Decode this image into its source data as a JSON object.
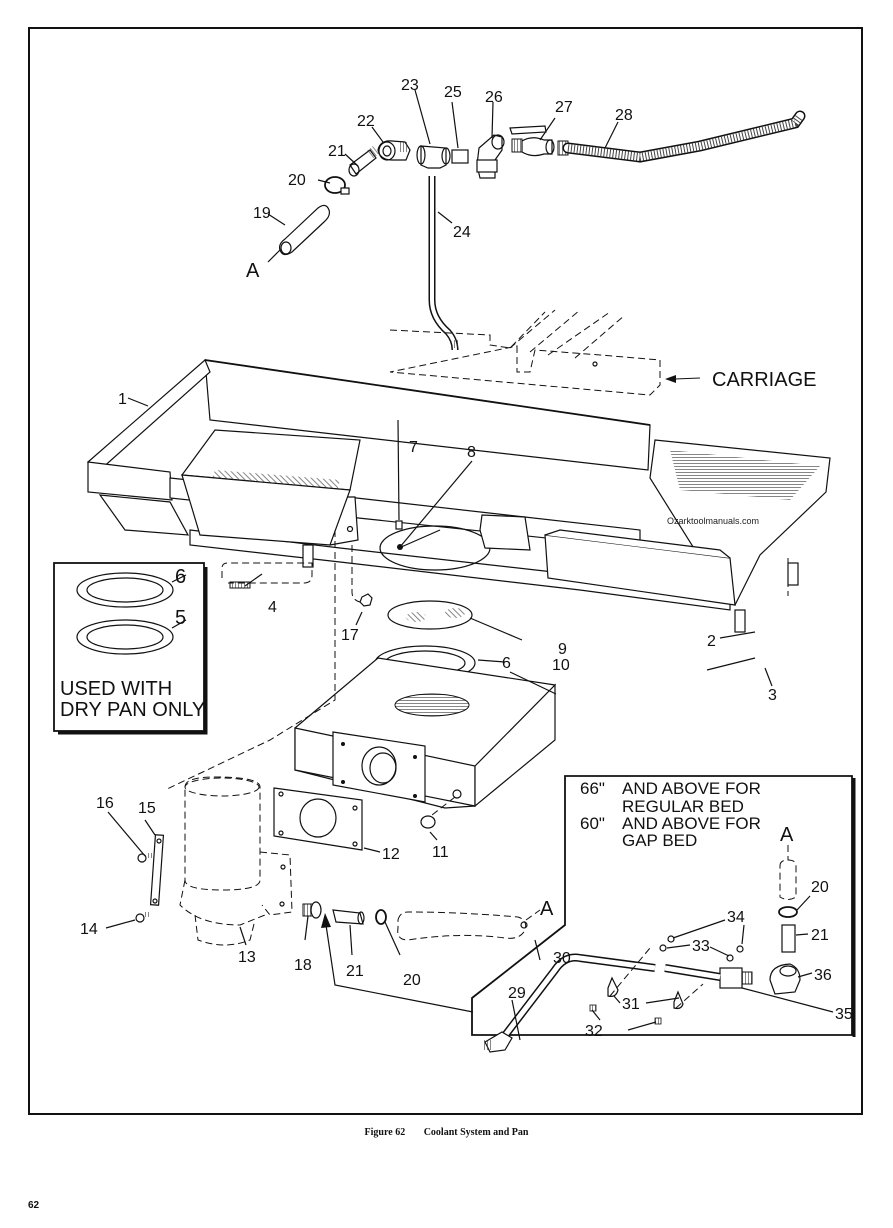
{
  "figure": {
    "number_label": "Figure 62",
    "title": "Coolant System and Pan"
  },
  "page_number": "62",
  "watermark": "Ozarktoolmanuals.com",
  "callouts": {
    "c1": "1",
    "c2": "2",
    "c3": "3",
    "c4": "4",
    "c5": "5",
    "c6a": "6",
    "c6b": "6",
    "c7": "7",
    "c8": "8",
    "c9": "9",
    "c10": "10",
    "c11": "11",
    "c12": "12",
    "c13": "13",
    "c14": "14",
    "c15": "15",
    "c16": "16",
    "c17": "17",
    "c18": "18",
    "c19": "19",
    "c20a": "20",
    "c20b": "20",
    "c20c": "20",
    "c21a": "21",
    "c21b": "21",
    "c21c": "21",
    "c22": "22",
    "c23": "23",
    "c24": "24",
    "c25": "25",
    "c26": "26",
    "c27": "27",
    "c28": "28",
    "c29": "29",
    "c30": "30",
    "c31": "31",
    "c32": "32",
    "c33": "33",
    "c34": "34",
    "c35": "35",
    "c36": "36"
  },
  "connection_labels": {
    "a_top": "A",
    "a_mid": "A",
    "a_inset": "A",
    "carriage": "CARRIAGE"
  },
  "dry_pan_inset": {
    "line1": "USED WITH",
    "line2": "DRY PAN ONLY"
  },
  "bed_inset": {
    "line1_size": "66\"",
    "line1_text": "AND ABOVE FOR",
    "line2_text": "REGULAR BED",
    "line3_size": "60\"",
    "line3_text": "AND ABOVE FOR",
    "line4_text": "GAP BED"
  }
}
